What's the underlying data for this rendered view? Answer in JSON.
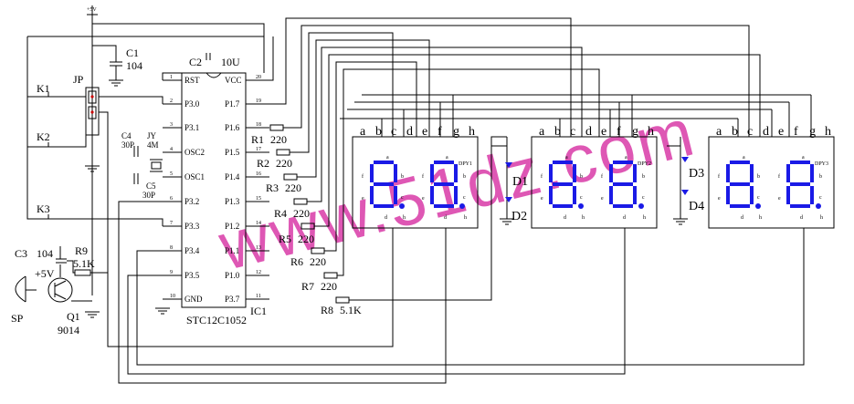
{
  "supply": {
    "label": "+5V"
  },
  "watermark": {
    "text": "www.51dz.com"
  },
  "mcu": {
    "name": "STC12C1052",
    "ref": "IC1",
    "left_pins": [
      {
        "num": "1",
        "name": "RST"
      },
      {
        "num": "2",
        "name": "P3.0"
      },
      {
        "num": "3",
        "name": "P3.1"
      },
      {
        "num": "4",
        "name": "OSC2"
      },
      {
        "num": "5",
        "name": "OSC1"
      },
      {
        "num": "6",
        "name": "P3.2"
      },
      {
        "num": "7",
        "name": "P3.3"
      },
      {
        "num": "8",
        "name": "P3.4"
      },
      {
        "num": "9",
        "name": "P3.5"
      },
      {
        "num": "10",
        "name": "GND"
      }
    ],
    "right_pins": [
      {
        "num": "20",
        "name": "VCC"
      },
      {
        "num": "19",
        "name": "P1.7"
      },
      {
        "num": "18",
        "name": "P1.6"
      },
      {
        "num": "17",
        "name": "P1.5"
      },
      {
        "num": "16",
        "name": "P1.4"
      },
      {
        "num": "15",
        "name": "P1.3"
      },
      {
        "num": "14",
        "name": "P1.2"
      },
      {
        "num": "13",
        "name": "P1.1"
      },
      {
        "num": "12",
        "name": "P1.0"
      },
      {
        "num": "11",
        "name": "P3.7"
      }
    ]
  },
  "components": {
    "c1": {
      "ref": "C1",
      "value": "104"
    },
    "c2": {
      "ref": "C2",
      "value": "10U"
    },
    "c3": {
      "ref": "C3",
      "value": "104"
    },
    "c4": {
      "ref": "C4",
      "value": "30P"
    },
    "c5": {
      "ref": "C5",
      "value": "30P"
    },
    "xtal": {
      "ref": "JY",
      "value": "4M"
    },
    "jp": {
      "ref": "JP"
    },
    "k1": {
      "ref": "K1"
    },
    "k2": {
      "ref": "K2"
    },
    "k3": {
      "ref": "K3"
    },
    "r1": {
      "ref": "R1",
      "value": "220"
    },
    "r2": {
      "ref": "R2",
      "value": "220"
    },
    "r3": {
      "ref": "R3",
      "value": "220"
    },
    "r4": {
      "ref": "R4",
      "value": "220"
    },
    "r5": {
      "ref": "R5",
      "value": "220"
    },
    "r6": {
      "ref": "R6",
      "value": "220"
    },
    "r7": {
      "ref": "R7",
      "value": "220"
    },
    "r8": {
      "ref": "R8",
      "value": "5.1K"
    },
    "r9": {
      "ref": "R9",
      "value": "5.1K"
    },
    "q1": {
      "ref": "Q1",
      "value": "9014"
    },
    "sp": {
      "ref": "SP"
    },
    "q1_supply": {
      "label": "+5V"
    },
    "d1": {
      "ref": "D1"
    },
    "d2": {
      "ref": "D2"
    },
    "d3": {
      "ref": "D3"
    },
    "d4": {
      "ref": "D4"
    }
  },
  "displays": [
    {
      "ref": "DPY1",
      "segments": [
        "a",
        "b",
        "c",
        "d",
        "e",
        "f",
        "g",
        "h"
      ]
    },
    {
      "ref": "DPY2",
      "segments": [
        "a",
        "b",
        "c",
        "d",
        "e",
        "f",
        "g",
        "h"
      ]
    },
    {
      "ref": "DPY3",
      "segments": [
        "a",
        "b",
        "c",
        "d",
        "e",
        "f",
        "g",
        "h"
      ]
    }
  ],
  "digit_labels": {
    "a": "a",
    "b": "b",
    "c": "c",
    "d": "d",
    "e": "e",
    "f": "f",
    "g": "g",
    "h": "h"
  }
}
